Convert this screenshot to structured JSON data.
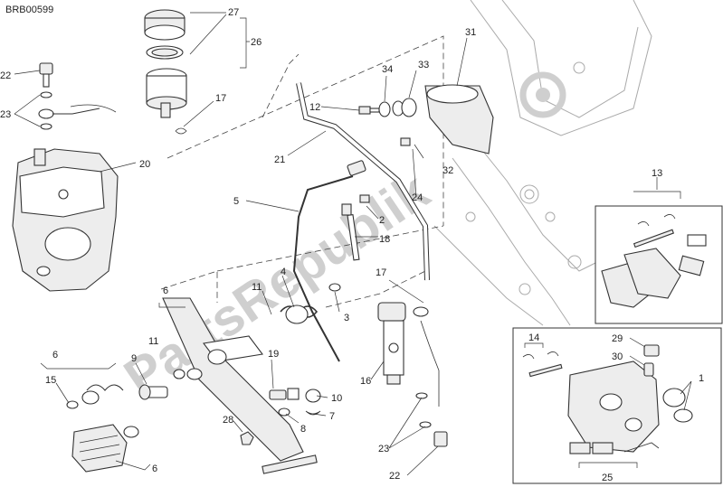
{
  "diagram_code": "BRB00599",
  "watermark": "PartsRepublik",
  "colors": {
    "line": "#333333",
    "watermark": "#cfcfcf",
    "background": "#ffffff"
  },
  "labels": {
    "l1": "1",
    "l2": "2",
    "l3": "3",
    "l4": "4",
    "l5": "5",
    "l6a": "6",
    "l6b": "6",
    "l6c": "6",
    "l7": "7",
    "l8": "8",
    "l9": "9",
    "l10": "10",
    "l11a": "11",
    "l11b": "11",
    "l12": "12",
    "l13": "13",
    "l14": "14",
    "l15": "15",
    "l16": "16",
    "l17a": "17",
    "l17b": "17",
    "l18": "18",
    "l19": "19",
    "l20": "20",
    "l21": "21",
    "l22a": "22",
    "l22b": "22",
    "l23a": "23",
    "l23b": "23",
    "l24": "24",
    "l25": "25",
    "l26": "26",
    "l27": "27",
    "l28": "28",
    "l29": "29",
    "l30": "30",
    "l31": "31",
    "l32": "32",
    "l33": "33",
    "l34": "34"
  }
}
